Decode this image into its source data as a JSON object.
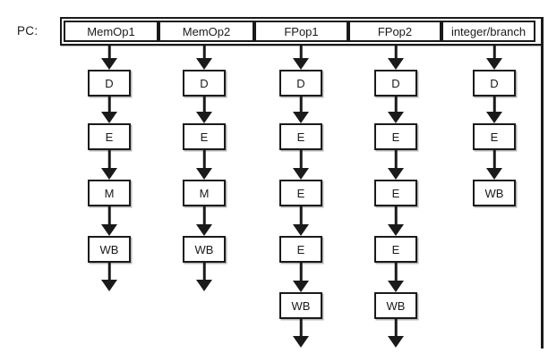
{
  "figure": {
    "pc_label": "PC:",
    "columns": [
      {
        "name": "MemOp1",
        "stages": [
          "D",
          "E",
          "M",
          "WB"
        ],
        "trailing_arrow": true
      },
      {
        "name": "MemOp2",
        "stages": [
          "D",
          "E",
          "M",
          "WB"
        ],
        "trailing_arrow": true
      },
      {
        "name": "FPop1",
        "stages": [
          "D",
          "E",
          "E",
          "E",
          "WB"
        ],
        "trailing_arrow": true
      },
      {
        "name": "FPop2",
        "stages": [
          "D",
          "E",
          "E",
          "E",
          "WB"
        ],
        "trailing_arrow": true
      },
      {
        "name": "integer/branch",
        "stages": [
          "D",
          "E",
          "WB"
        ],
        "trailing_arrow": false
      }
    ],
    "colors": {
      "line": "#1a1a1a",
      "background": "#ffffff",
      "shadow": "#b5b5b5"
    }
  }
}
